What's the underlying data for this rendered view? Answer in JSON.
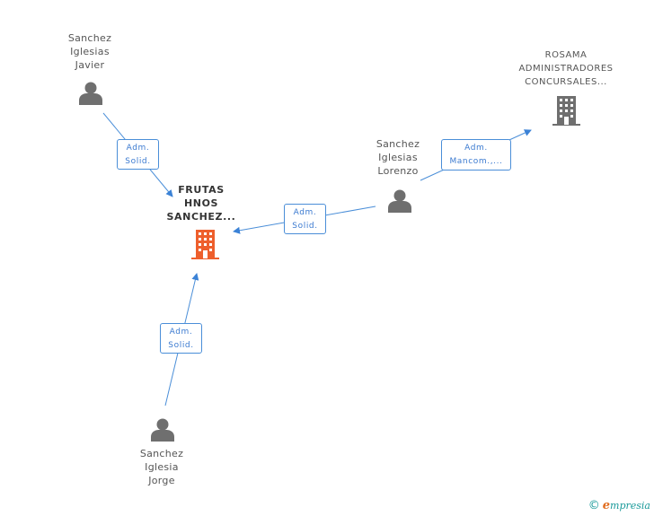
{
  "colors": {
    "edge": "#4a8ed8",
    "person_icon": "#6f6f6f",
    "company_main": "#ee5f2c",
    "company_other": "#6f6f6f"
  },
  "nodes": {
    "javier": {
      "lines": [
        "Sanchez",
        "Iglesias",
        "Javier"
      ],
      "icon": "person-icon"
    },
    "lorenzo": {
      "lines": [
        "Sanchez",
        "Iglesias",
        "Lorenzo"
      ],
      "icon": "person-icon"
    },
    "jorge": {
      "lines": [
        "Sanchez",
        "Iglesia",
        "Jorge"
      ],
      "icon": "person-icon"
    },
    "frutas": {
      "lines": [
        "FRUTAS",
        "HNOS",
        "SANCHEZ..."
      ],
      "icon": "building-icon"
    },
    "rosama": {
      "lines": [
        "ROSAMA",
        "ADMINISTRADORES",
        "CONCURSALES..."
      ],
      "icon": "building-icon"
    }
  },
  "edges": {
    "javier_frutas": [
      "Adm.",
      "Solid."
    ],
    "lorenzo_frutas": [
      "Adm.",
      "Solid."
    ],
    "jorge_frutas": [
      "Adm.",
      "Solid."
    ],
    "lorenzo_rosama": [
      "Adm.",
      "Mancom.,..."
    ]
  },
  "footer": {
    "copyright": "©",
    "brand_initial": "e",
    "brand_rest": "mpresia"
  }
}
